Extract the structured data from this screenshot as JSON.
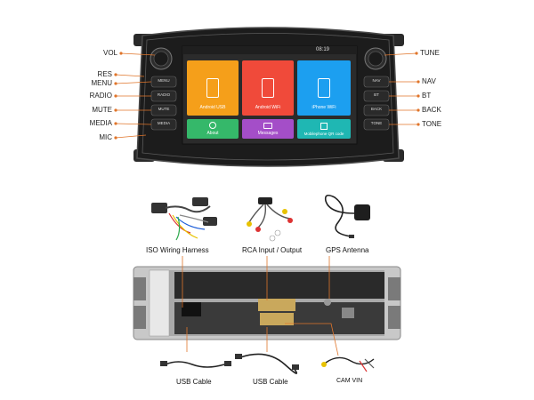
{
  "headunit": {
    "status_time": "08:19",
    "left_labels": [
      "VOL",
      "RES",
      "MENU",
      "RADIO",
      "MUTE",
      "MEDIA",
      "MIC"
    ],
    "right_labels": [
      "TUNE",
      "NAV",
      "BT",
      "BACK",
      "TONE"
    ],
    "left_buttons": [
      "MENU",
      "RADIO",
      "MUTE",
      "MEDIA"
    ],
    "right_buttons": [
      "NAV",
      "BT",
      "BACK",
      "TONE"
    ],
    "tiles": [
      {
        "label": "Android USB",
        "color": "#f59f1a"
      },
      {
        "label": "Android WiFi",
        "color": "#f04a3a"
      },
      {
        "label": "iPhone WiFi",
        "color": "#1c9ff0"
      }
    ],
    "small_tiles": [
      {
        "label": "About",
        "color": "#35b86a"
      },
      {
        "label": "Messages",
        "color": "#a44ec8"
      },
      {
        "label": "Mobilephone QR code",
        "color": "#1fb7b3"
      }
    ]
  },
  "accessories": {
    "iso_harness": "ISO Wiring Harness",
    "rca": "RCA Input / Output",
    "gps": "GPS Antenna",
    "usb1": "USB Cable",
    "usb2": "USB Cable",
    "cam": "CAM VIN"
  },
  "colors": {
    "accent": "#e0752a",
    "bezel": "#1a1a1a",
    "screen_bg": "#2a2a2a"
  }
}
